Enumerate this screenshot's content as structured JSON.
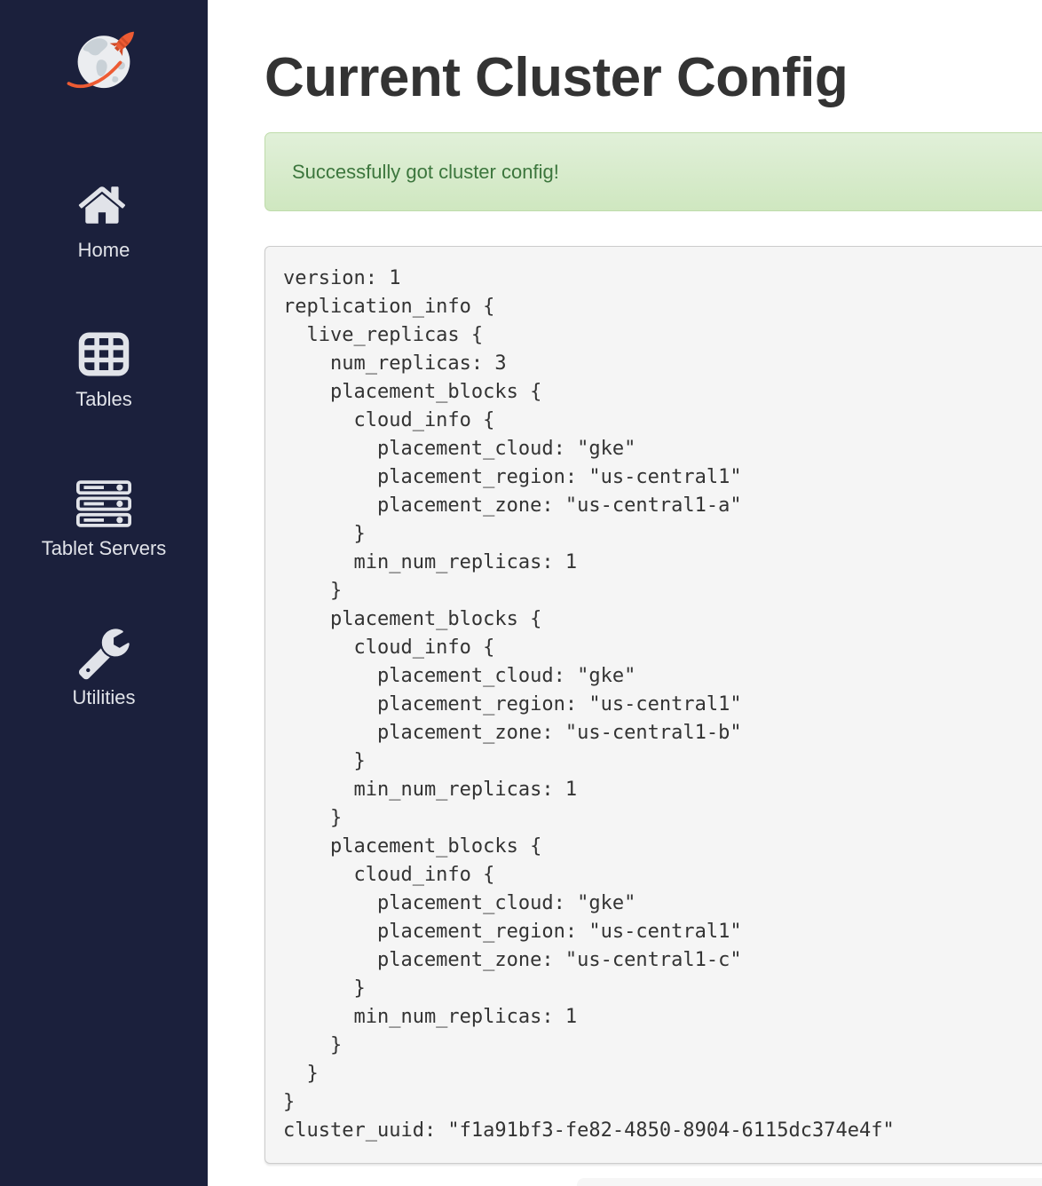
{
  "sidebar": {
    "logo_icon": "globe-rocket-logo",
    "items": [
      {
        "label": "Home",
        "icon": "home-icon"
      },
      {
        "label": "Tables",
        "icon": "table-icon"
      },
      {
        "label": "Tablet Servers",
        "icon": "server-icon"
      },
      {
        "label": "Utilities",
        "icon": "wrench-icon"
      }
    ]
  },
  "main": {
    "title": "Current Cluster Config",
    "alert": {
      "type": "success",
      "message": "Successfully got cluster config!"
    },
    "config_text": "version: 1\nreplication_info {\n  live_replicas {\n    num_replicas: 3\n    placement_blocks {\n      cloud_info {\n        placement_cloud: \"gke\"\n        placement_region: \"us-central1\"\n        placement_zone: \"us-central1-a\"\n      }\n      min_num_replicas: 1\n    }\n    placement_blocks {\n      cloud_info {\n        placement_cloud: \"gke\"\n        placement_region: \"us-central1\"\n        placement_zone: \"us-central1-b\"\n      }\n      min_num_replicas: 1\n    }\n    placement_blocks {\n      cloud_info {\n        placement_cloud: \"gke\"\n        placement_region: \"us-central1\"\n        placement_zone: \"us-central1-c\"\n      }\n      min_num_replicas: 1\n    }\n  }\n}\ncluster_uuid: \"f1a91bf3-fe82-4850-8904-6115dc374e4f\""
  },
  "colors": {
    "sidebar_bg": "#1b203c",
    "sidebar_icon": "#e1e3e9",
    "accent_orange": "#ed5b33",
    "title_text": "#333333",
    "alert_text": "#3c763d",
    "alert_bg_top": "#e1f0d9",
    "alert_bg_bottom": "#cfe7c0",
    "alert_border": "#bfdcab",
    "pre_bg": "#f5f5f5",
    "pre_border": "#cccccc"
  }
}
